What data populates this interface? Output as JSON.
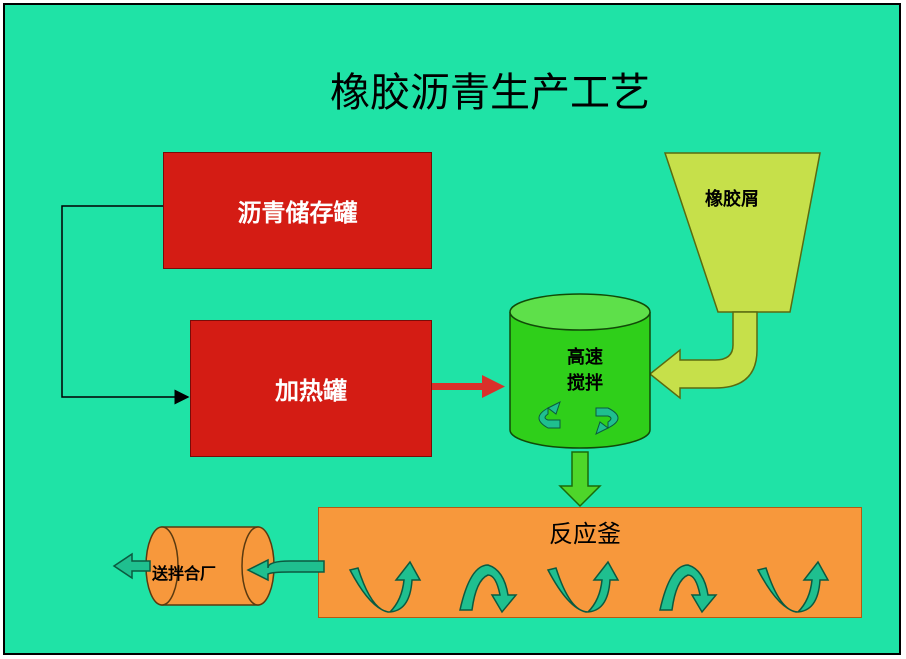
{
  "title": "橡胶沥青生产工艺",
  "boxes": {
    "storage": "沥青储存罐",
    "heater": "加热罐",
    "reactor": "反应釜",
    "hopper": "橡胶屑",
    "mixer_line1": "高速",
    "mixer_line2": "搅拌",
    "output": "送拌合厂"
  },
  "colors": {
    "background": "#1fe3a6",
    "tank_red": "#d41c14",
    "reactor_orange": "#f7983c",
    "mixer_green": "#2fcf1a",
    "hopper_olive": "#c6e04a",
    "swirl_teal": "#1fbf8f",
    "flow_red": "#d9302a"
  }
}
